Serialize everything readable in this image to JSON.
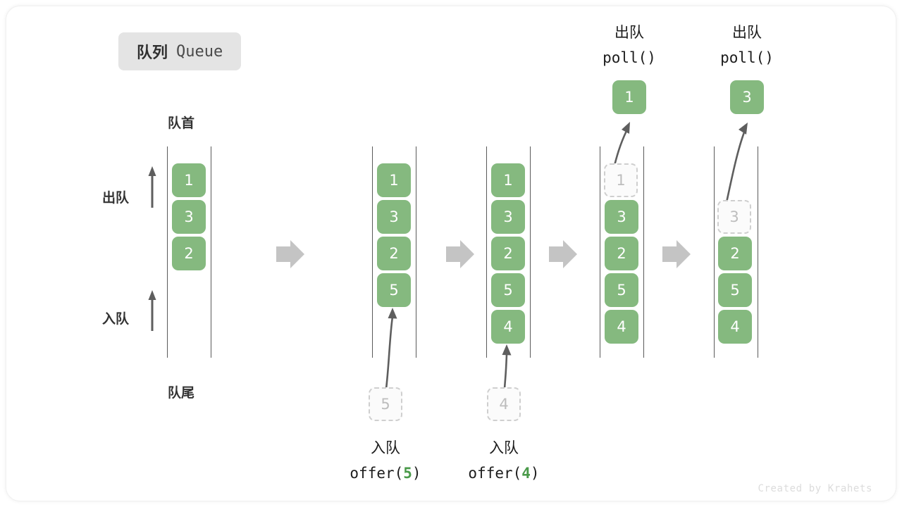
{
  "diagram": {
    "title_cn": "队列",
    "title_en": "Queue",
    "watermark": "Created by Krahets",
    "colors": {
      "element": "#85b97f",
      "ghost_fill": "#fbfbfb",
      "ghost_border": "#cfcfcf",
      "rail": "#5a5a5a",
      "arrow": "#5e5e5e",
      "step_arrow": "#c4c4c4",
      "chip_bg": "#e4e4e4",
      "accent_number": "#4a9a4a"
    },
    "labels": {
      "front": "队首",
      "rear": "队尾",
      "dequeue": "出队",
      "enqueue": "入队"
    },
    "step_arrow_icon": "right-arrow-icon",
    "panels": [
      {
        "id": "initial",
        "name": "initial-queue",
        "elements": [
          "1",
          "3",
          "2"
        ],
        "ghost": null,
        "side_labels": {
          "top": "出队",
          "bottom": "入队"
        },
        "caption_line1": "",
        "caption_line2": "",
        "popped": null
      },
      {
        "id": "offer-5",
        "name": "enqueue-5",
        "elements": [
          "1",
          "3",
          "2",
          "5"
        ],
        "ghost": {
          "value": "5",
          "position": "below"
        },
        "caption_line1": "入队",
        "caption_line2_pre": "offer(",
        "caption_line2_num": "5",
        "caption_line2_post": ")",
        "popped": null
      },
      {
        "id": "offer-4",
        "name": "enqueue-4",
        "elements": [
          "1",
          "3",
          "2",
          "5",
          "4"
        ],
        "ghost": {
          "value": "4",
          "position": "below"
        },
        "caption_line1": "入队",
        "caption_line2_pre": "offer(",
        "caption_line2_num": "4",
        "caption_line2_post": ")",
        "popped": null
      },
      {
        "id": "poll-1",
        "name": "dequeue-1",
        "elements": [
          "3",
          "2",
          "5",
          "4"
        ],
        "ghost": {
          "value": "1",
          "position": "slot-0"
        },
        "caption_line1": "出队",
        "caption_line2": "poll()",
        "popped": "1"
      },
      {
        "id": "poll-3",
        "name": "dequeue-3",
        "elements": [
          "2",
          "5",
          "4"
        ],
        "ghost": {
          "value": "3",
          "position": "slot-1"
        },
        "caption_line1": "出队",
        "caption_line2": "poll()",
        "popped": "3"
      }
    ]
  }
}
